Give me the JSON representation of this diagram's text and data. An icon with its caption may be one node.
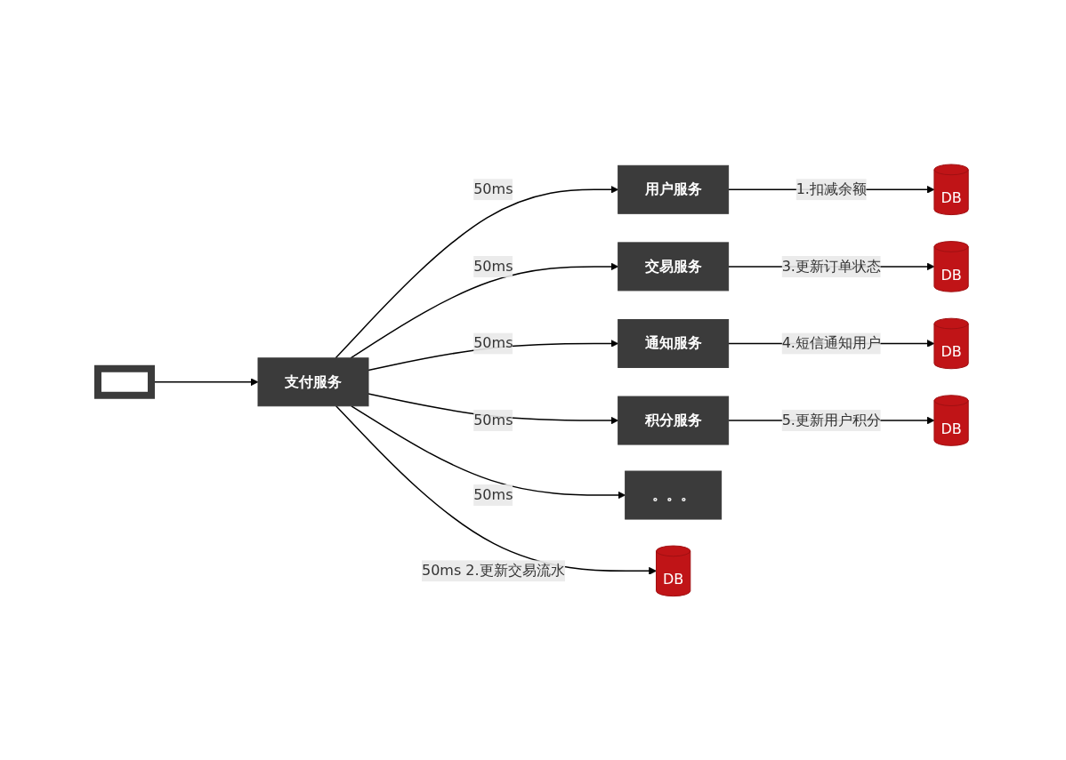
{
  "diagram": {
    "nodes": [
      {
        "text": [],
        "shape": "picture"
      },
      {
        "text": [
          "支付服务"
        ]
      },
      {
        "text": [
          "用户服务"
        ]
      },
      {
        "text": [
          "交易服务"
        ]
      },
      {
        "text": [
          "通知服务"
        ]
      },
      {
        "text": [
          "积分服务"
        ]
      },
      {
        "text": [
          "。。。"
        ]
      },
      {
        "text": [
          "DB"
        ]
      },
      {
        "text": [
          "DB"
        ]
      },
      {
        "text": [
          "DB"
        ]
      },
      {
        "text": [
          "DB"
        ]
      },
      {
        "text": [
          "DB"
        ]
      }
    ],
    "edges": [
      {
        "from": 0,
        "to": 1,
        "arrow": "to"
      },
      {
        "from": 1,
        "to": 2,
        "arrow": "to",
        "label": "50ms"
      },
      {
        "from": 2,
        "to": 7,
        "arrow": "to",
        "label": "1.扣减余额"
      },
      {
        "from": 1,
        "to": 8,
        "arrow": "to",
        "label": "50ms 2.更新交易流水"
      },
      {
        "from": 1,
        "to": 3,
        "arrow": "to",
        "label": "50ms"
      },
      {
        "from": 3,
        "to": 9,
        "arrow": "to",
        "label": "3.更新订单状态"
      },
      {
        "from": 1,
        "to": 4,
        "arrow": "to",
        "label": "50ms"
      },
      {
        "from": 4,
        "to": 10,
        "arrow": "to",
        "label": "4.短信通知用户"
      },
      {
        "from": 1,
        "to": 5,
        "arrow": "to",
        "label": "50ms"
      },
      {
        "from": 5,
        "to": 11,
        "arrow": "to",
        "label": "5.更新用户积分"
      },
      {
        "from": 1,
        "to": 6,
        "arrow": "to",
        "label": "50ms"
      }
    ]
  }
}
